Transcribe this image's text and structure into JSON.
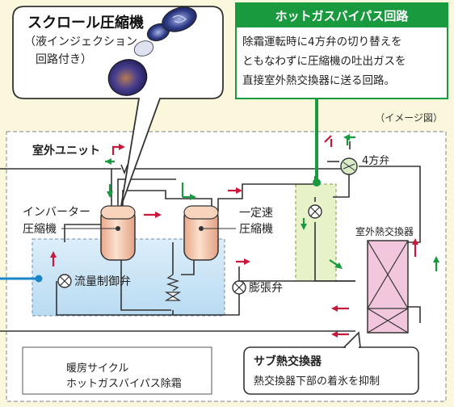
{
  "callout_compressor": {
    "title": "スクロール圧縮機",
    "subtitle_line1": "（液インジェクション",
    "subtitle_line2": "回路付き）"
  },
  "callout_bypass": {
    "title": "ホットガスバイパス回路",
    "line1": "除霜運転時に4方弁の切り替えを",
    "line2": "ともなわずに圧縮機の吐出ガスを",
    "line3": "直接室外熱交換器に送る回路。"
  },
  "image_note": "（イメージ図）",
  "diagram_labels": {
    "outdoor_unit": "室外ユニット",
    "four_way_valve": "4方弁",
    "inverter_compressor_l1": "インバーター",
    "inverter_compressor_l2": "圧縮機",
    "fixed_compressor_l1": "一定速",
    "fixed_compressor_l2": "圧縮機",
    "outdoor_heat_exchanger": "室外熱交換器",
    "flow_control_valve": "流量制御弁",
    "expansion_valve": "膨張弁"
  },
  "legend": {
    "heating_cycle": "暖房サイクル",
    "hot_gas_defrost": "ホットガスバイパス除霜"
  },
  "sub_heat_exchanger": {
    "title": "サブ熱交換器",
    "description": "熱交換器下部の着氷を抑制"
  },
  "colors": {
    "heating_arrow": "#c8193c",
    "defrost_arrow": "#1a9a3e",
    "bypass_panel": "#1a9a3e",
    "compressor_fill": "#f4c9ac",
    "heat_exchanger_fill": "#f2c6dc",
    "injection_zone": "#cfe6f6",
    "bypass_zone": "#e8f2c8"
  }
}
